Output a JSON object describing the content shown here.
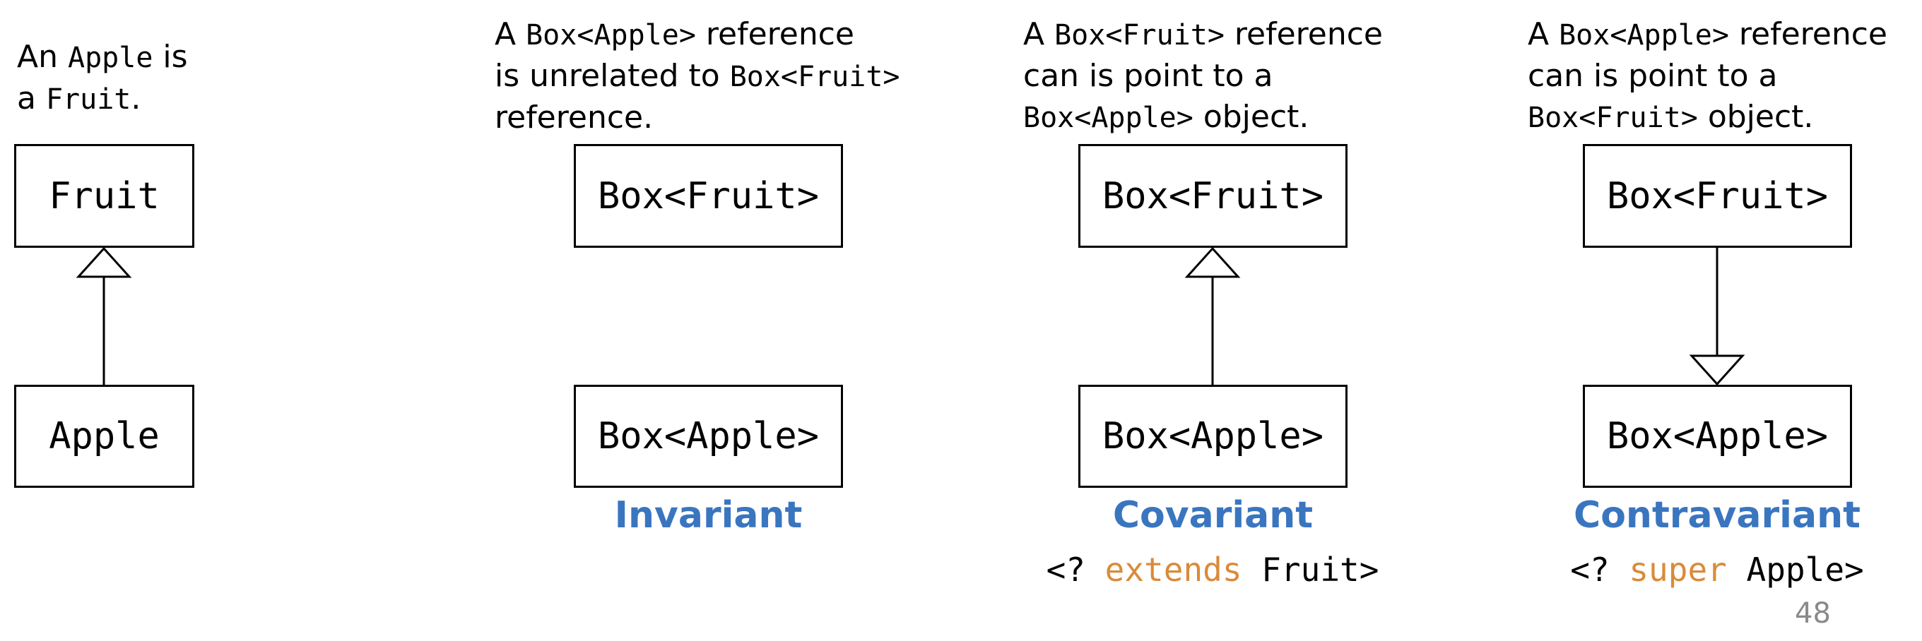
{
  "panels": [
    {
      "description": [
        {
          "parts": [
            {
              "t": "An ",
              "mono": false
            },
            {
              "t": "Apple",
              "mono": true
            },
            {
              "t": " is",
              "mono": false
            }
          ]
        },
        {
          "parts": [
            {
              "t": "a ",
              "mono": false
            },
            {
              "t": "Fruit",
              "mono": true
            },
            {
              "t": ".",
              "mono": false
            }
          ]
        }
      ],
      "top_box": "Fruit",
      "bottom_box": "Apple",
      "relation": "up"
    },
    {
      "description": [
        {
          "parts": [
            {
              "t": "A ",
              "mono": false
            },
            {
              "t": "Box<Apple>",
              "mono": true
            },
            {
              "t": " reference",
              "mono": false
            }
          ]
        },
        {
          "parts": [
            {
              "t": "is unrelated to ",
              "mono": false
            },
            {
              "t": "Box<Fruit>",
              "mono": true
            }
          ]
        },
        {
          "parts": [
            {
              "t": "reference.",
              "mono": false
            }
          ]
        }
      ],
      "top_box": "Box<Fruit>",
      "bottom_box": "Box<Apple>",
      "relation": "none",
      "label": "Invariant"
    },
    {
      "description": [
        {
          "parts": [
            {
              "t": "A ",
              "mono": false
            },
            {
              "t": "Box<Fruit>",
              "mono": true
            },
            {
              "t": " reference",
              "mono": false
            }
          ]
        },
        {
          "parts": [
            {
              "t": "can is point to a",
              "mono": false
            }
          ]
        },
        {
          "parts": [
            {
              "t": "Box<Apple>",
              "mono": true
            },
            {
              "t": " object.",
              "mono": false
            }
          ]
        }
      ],
      "top_box": "Box<Fruit>",
      "bottom_box": "Box<Apple>",
      "relation": "up",
      "label": "Covariant",
      "wildcard": {
        "prefix": "<? ",
        "keyword": "extends",
        "suffix": " Fruit>"
      }
    },
    {
      "description": [
        {
          "parts": [
            {
              "t": "A ",
              "mono": false
            },
            {
              "t": "Box<Apple>",
              "mono": true
            },
            {
              "t": " reference",
              "mono": false
            }
          ]
        },
        {
          "parts": [
            {
              "t": "can is point to a",
              "mono": false
            }
          ]
        },
        {
          "parts": [
            {
              "t": "Box<Fruit>",
              "mono": true
            },
            {
              "t": " object.",
              "mono": false
            }
          ]
        }
      ],
      "top_box": "Box<Fruit>",
      "bottom_box": "Box<Apple>",
      "relation": "down",
      "label": "Contravariant",
      "wildcard": {
        "prefix": "<? ",
        "keyword": "super",
        "suffix": " Apple>"
      }
    }
  ],
  "page_number": "48",
  "colors": {
    "label": "#3a75bf",
    "keyword": "#d98b3a",
    "page_number": "#8a8a8a"
  }
}
